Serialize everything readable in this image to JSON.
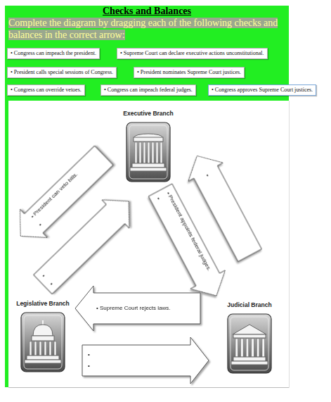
{
  "diagram": {
    "title": "Checks and Balances",
    "nodes": [
      {
        "text": [
          "• Congress can impeach the president."
        ]
      },
      {
        "text": [
          "• Supreme Court can declare executive actions unconstitutional."
        ]
      },
      {
        "text": [
          "• President calls special sessions of Congress."
        ]
      },
      {
        "text": [
          "• President nominates Supreme Court justices."
        ]
      },
      {
        "text": [
          "• Congress can override vetoes."
        ]
      },
      {
        "text": [
          "• Congress can impeach federal judges."
        ]
      },
      {
        "text": [
          "• Congress approves Supreme Court justices."
        ]
      },
      {
        "text": [
          "Executive Branch"
        ]
      },
      {
        "text": [
          "• President can veto bills.",
          "•"
        ]
      },
      {
        "text": [
          "•",
          "•"
        ]
      },
      {
        "text": [
          "•"
        ]
      },
      {
        "text": [
          "• President appoints federal judges.",
          "•"
        ]
      },
      {
        "text": [
          "Legislative Branch"
        ]
      },
      {
        "text": [
          "• Supreme Court rejects laws."
        ]
      },
      {
        "text": [
          "Judicial Branch"
        ]
      },
      {
        "text": [
          "•",
          "•"
        ]
      }
    ],
    "labels": [
      "Complete the diagram by dragging each of the following checks and balances in the correct arrow:"
    ]
  }
}
